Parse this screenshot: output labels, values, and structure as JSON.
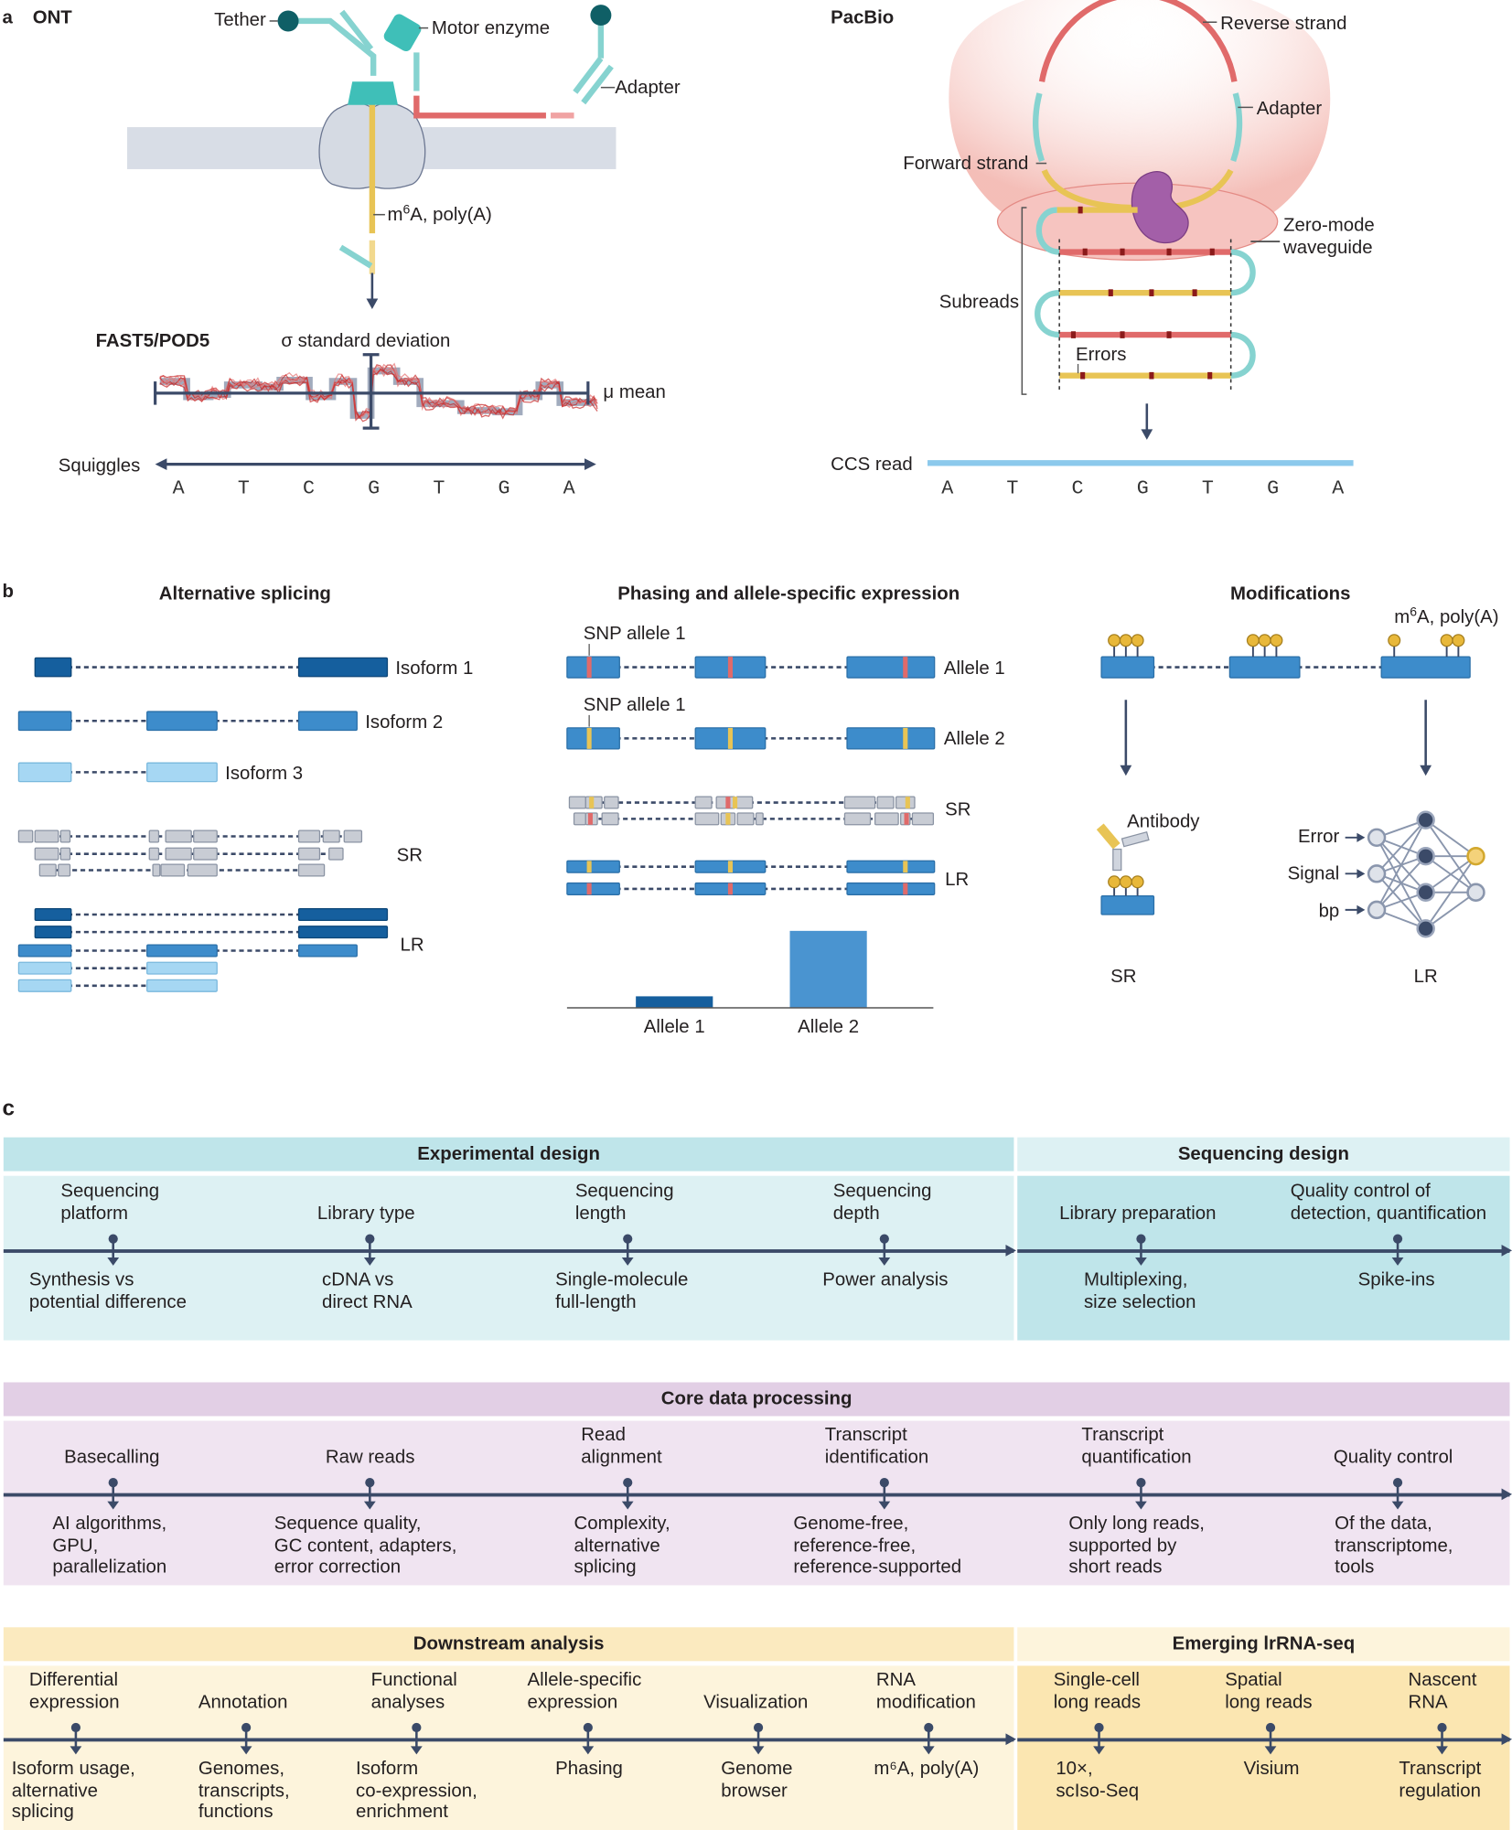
{
  "panel_a": {
    "letter": "a",
    "ont": {
      "title": "ONT",
      "tether": "Tether",
      "motor_enzyme": "Motor enzyme",
      "adapter": "Adapter",
      "modification_m": "m",
      "modification_sup": "6",
      "modification_rest": "A, poly(A)",
      "file_format": "FAST5/POD5",
      "sigma_label": "σ standard deviation",
      "mu_label": "μ mean",
      "squiggles": "Squiggles",
      "bases": [
        "A",
        "T",
        "C",
        "G",
        "T",
        "G",
        "A"
      ]
    },
    "pacbio": {
      "title": "PacBio",
      "reverse_strand": "Reverse strand",
      "adapter": "Adapter",
      "forward_strand": "Forward strand",
      "zmw_line1": "Zero-mode",
      "zmw_line2": "waveguide",
      "subreads": "Subreads",
      "errors": "Errors",
      "ccs_read": "CCS read",
      "bases": [
        "A",
        "T",
        "C",
        "G",
        "T",
        "G",
        "A"
      ]
    }
  },
  "panel_b": {
    "letter": "b",
    "alternative_splicing": {
      "title": "Alternative splicing",
      "isoforms": [
        "Isoform 1",
        "Isoform 2",
        "Isoform 3"
      ],
      "sr": "SR",
      "lr": "LR"
    },
    "phasing": {
      "title": "Phasing and allele-specific expression",
      "snp1": "SNP allele 1",
      "snp2": "SNP allele 1",
      "allele1": "Allele 1",
      "allele2": "Allele 2",
      "sr": "SR",
      "lr": "LR",
      "bar_labels": [
        "Allele 1",
        "Allele 2"
      ],
      "bar_relative_expression": [
        0.15,
        1.0
      ]
    },
    "modifications": {
      "title": "Modifications",
      "label_m": "m",
      "label_sup": "6",
      "label_rest": "A, poly(A)",
      "antibody": "Antibody",
      "inputs": [
        "Error",
        "Signal",
        "bp"
      ],
      "sr": "SR",
      "lr": "LR"
    }
  },
  "panel_c": {
    "letter": "c",
    "experimental_design": {
      "title": "Experimental design",
      "items": [
        {
          "top": "Sequencing\nplatform",
          "bottom": "Synthesis vs\npotential difference"
        },
        {
          "top": "Library type",
          "bottom": "cDNA vs\ndirect RNA"
        },
        {
          "top": "Sequencing\nlength",
          "bottom": "Single-molecule\nfull-length"
        },
        {
          "top": "Sequencing\ndepth",
          "bottom": "Power analysis"
        }
      ]
    },
    "sequencing_design": {
      "title": "Sequencing design",
      "items": [
        {
          "top": "Library preparation",
          "bottom": "Multiplexing,\nsize selection"
        },
        {
          "top": "Quality control of\ndetection, quantification",
          "bottom": "Spike-ins"
        }
      ]
    },
    "core_data_processing": {
      "title": "Core data processing",
      "items": [
        {
          "top": "Basecalling",
          "bottom": "AI algorithms,\nGPU,\nparallelization"
        },
        {
          "top": "Raw reads",
          "bottom": "Sequence quality,\nGC content, adapters,\nerror correction"
        },
        {
          "top": "Read\nalignment",
          "bottom": "Complexity,\nalternative\nsplicing"
        },
        {
          "top": "Transcript\nidentification",
          "bottom": "Genome-free,\nreference-free,\nreference-supported"
        },
        {
          "top": "Transcript\nquantification",
          "bottom": "Only long reads,\nsupported by\nshort reads"
        },
        {
          "top": "Quality control",
          "bottom": "Of the data,\ntranscriptome,\ntools"
        }
      ]
    },
    "downstream_analysis": {
      "title": "Downstream analysis",
      "items": [
        {
          "top": "Differential\nexpression",
          "bottom": "Isoform usage,\nalternative\nsplicing"
        },
        {
          "top": "Annotation",
          "bottom": "Genomes,\ntranscripts,\nfunctions"
        },
        {
          "top": "Functional\nanalyses",
          "bottom": "Isoform\nco-expression,\nenrichment"
        },
        {
          "top": "Allele-specific\nexpression",
          "bottom": "Phasing"
        },
        {
          "top": "Visualization",
          "bottom": "Genome\nbrowser"
        },
        {
          "top": "RNA\nmodification",
          "bottom": "m⁶A, poly(A)"
        }
      ]
    },
    "emerging_lrrna_seq": {
      "title": "Emerging lrRNA-seq",
      "items": [
        {
          "top": "Single-cell\nlong reads",
          "bottom": "10×,\nscIso-Seq"
        },
        {
          "top": "Spatial\nlong reads",
          "bottom": "Visium"
        },
        {
          "top": "Nascent\nRNA",
          "bottom": "Transcript\nregulation"
        }
      ]
    }
  },
  "colors": {
    "teal_strand": "#86d3d0",
    "teal_dark": "#0f5f66",
    "motor": "#3fbfb8",
    "red_strand": "#e06a6a",
    "yellow_strand": "#e8c455",
    "navy": "#3b4a68",
    "blue_dark": "#155f9e",
    "blue_mid": "#3d8ccb",
    "blue_light": "#a6d7f3",
    "exp_header": "#bfe5ea",
    "exp_body": "#ddf1f3",
    "core_header": "#e2cfe5",
    "core_body": "#f0e4f1",
    "down_header": "#fbeabf",
    "down_body": "#fdf4dc",
    "emerging_body": "#fbe6b1"
  }
}
